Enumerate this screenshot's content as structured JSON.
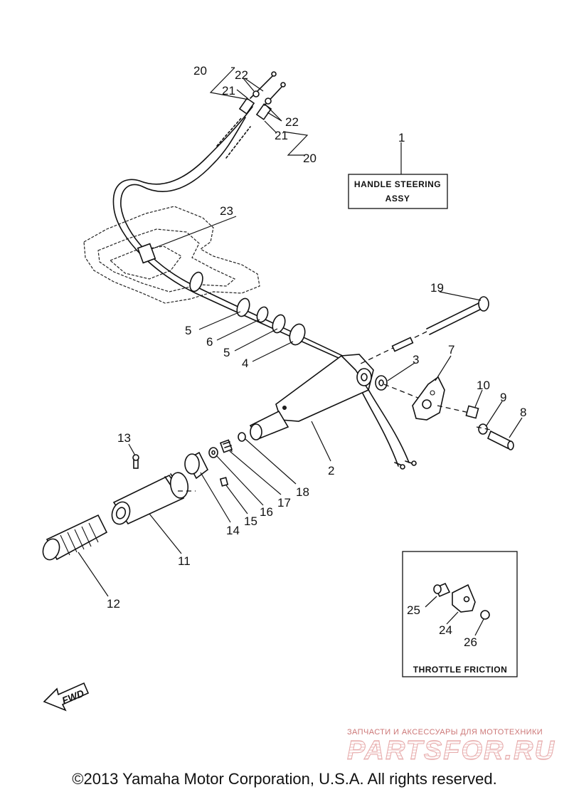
{
  "callouts": {
    "n1": "1",
    "n2": "2",
    "n3": "3",
    "n4": "4",
    "n5a": "5",
    "n5b": "5",
    "n6": "6",
    "n7": "7",
    "n8": "8",
    "n9": "9",
    "n10": "10",
    "n11": "11",
    "n12": "12",
    "n13": "13",
    "n14": "14",
    "n15": "15",
    "n16": "16",
    "n17": "17",
    "n18": "18",
    "n19": "19",
    "n20a": "20",
    "n20b": "20",
    "n21a": "21",
    "n21b": "21",
    "n22a": "22",
    "n22b": "22",
    "n23": "23",
    "n24": "24",
    "n25": "25",
    "n26": "26"
  },
  "handle_box": {
    "line1": "HANDLE STEERING",
    "line2": "ASSY"
  },
  "inset": {
    "label": "THROTTLE FRICTION"
  },
  "fwd_label": "FWD",
  "watermark": {
    "line1": "ЗАПЧАСТИ И АКСЕССУАРЫ ДЛЯ МОТОТЕХНИКИ",
    "line2": "PARTSFOR.RU"
  },
  "copyright": "©2013 Yamaha Motor Corporation, U.S.A. All rights reserved."
}
